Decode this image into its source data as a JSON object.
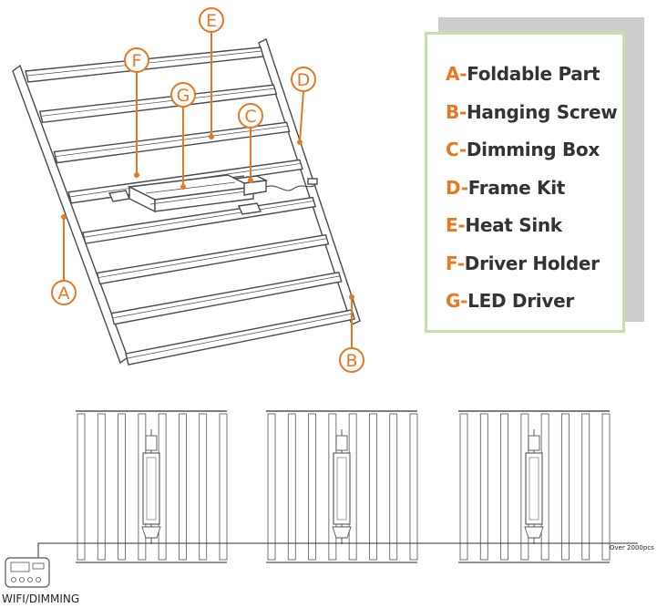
{
  "callouts": [
    {
      "letter": "A"
    },
    {
      "letter": "B"
    },
    {
      "letter": "C"
    },
    {
      "letter": "D"
    },
    {
      "letter": "E"
    },
    {
      "letter": "F"
    },
    {
      "letter": "G"
    }
  ],
  "legend": [
    {
      "key": "A",
      "sep": "-",
      "label": "Foldable Part"
    },
    {
      "key": "B",
      "sep": "-",
      "label": "Hanging Screw"
    },
    {
      "key": "C",
      "sep": "-",
      "label": "Dimming Box"
    },
    {
      "key": "D",
      "sep": "-",
      "label": "Frame Kit"
    },
    {
      "key": "E",
      "sep": "-",
      "label": "Heat Sink"
    },
    {
      "key": "F",
      "sep": "-",
      "label": "Driver Holder"
    },
    {
      "key": "G",
      "sep": "-",
      "label": "LED Driver"
    }
  ],
  "chain": {
    "controller_label": "WIFI/DIMMING",
    "count_label": "Over 2000pcs"
  },
  "colors": {
    "accent": "#e87722",
    "legend_border": "#c8e0a8",
    "legend_shadow": "#cccccc",
    "line": "#555555"
  }
}
